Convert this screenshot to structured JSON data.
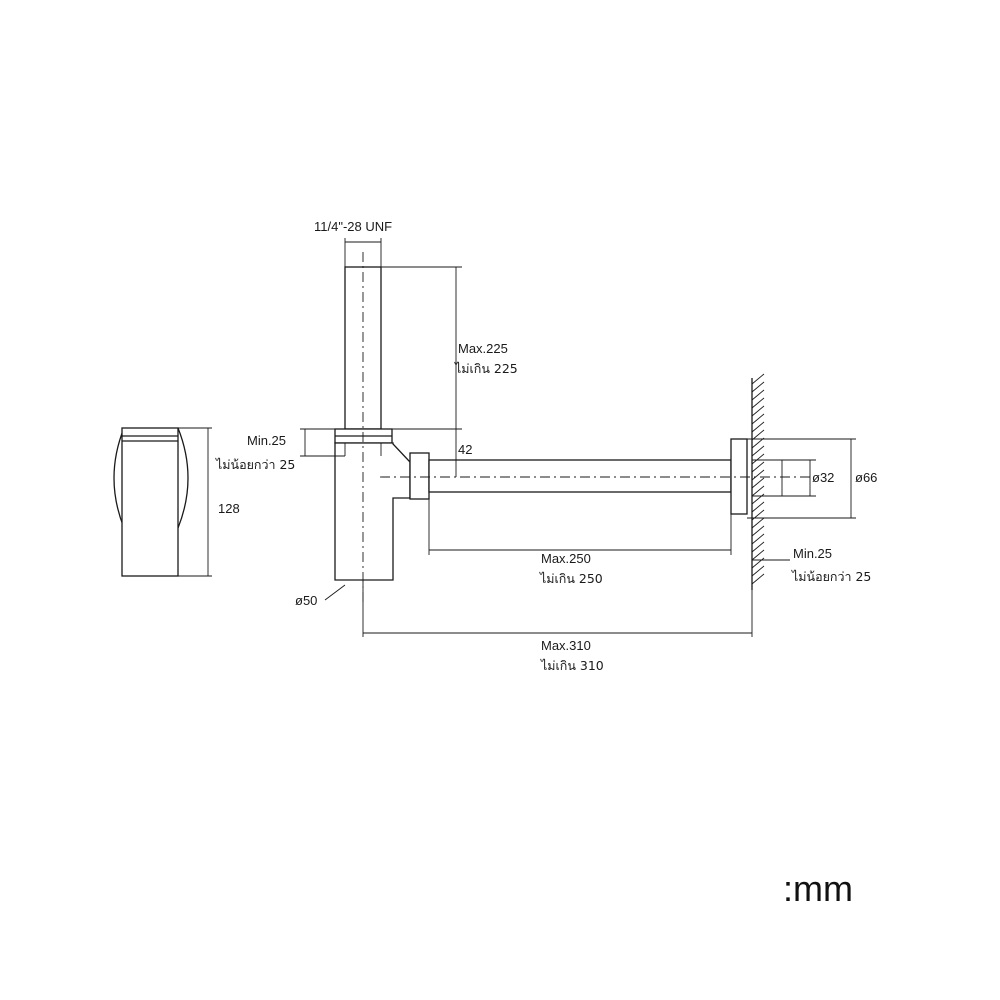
{
  "labels": {
    "thread": "11/4\"-28 UNF",
    "max225": "Max.225",
    "max225_th": "ไม่เกิน 225",
    "min25_left": "Min.25",
    "min25_left_th": "ไม่น้อยกว่า 25",
    "d42": "42",
    "h128": "128",
    "d50": "ø50",
    "d32": "ø32",
    "d66": "ø66",
    "max250": "Max.250",
    "max250_th": "ไม่เกิน 250",
    "min25_right": "Min.25",
    "min25_right_th": "ไม่น้อยกว่า 25",
    "max310": "Max.310",
    "max310_th": "ไม่เกิน 310"
  },
  "unit": ":mm"
}
